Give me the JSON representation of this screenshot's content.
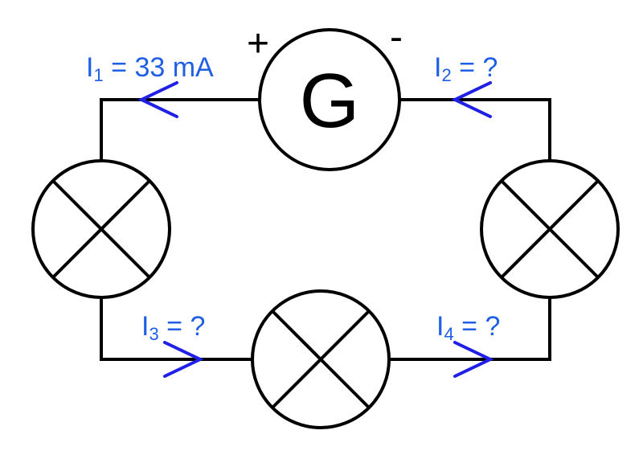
{
  "generator": {
    "symbol": "G",
    "positive": "+",
    "negative": "-"
  },
  "currents": {
    "i1": {
      "letter": "I",
      "sub": "1",
      "value": " = 33 mA"
    },
    "i2": {
      "letter": "I",
      "sub": "2",
      "value": " = ?"
    },
    "i3": {
      "letter": "I",
      "sub": "3",
      "value": " = ?"
    },
    "i4": {
      "letter": "I",
      "sub": "4",
      "value": " = ?"
    }
  },
  "colors": {
    "wire": "#000000",
    "arrow": "#1f1fe6",
    "label": "#1f5fe6"
  }
}
